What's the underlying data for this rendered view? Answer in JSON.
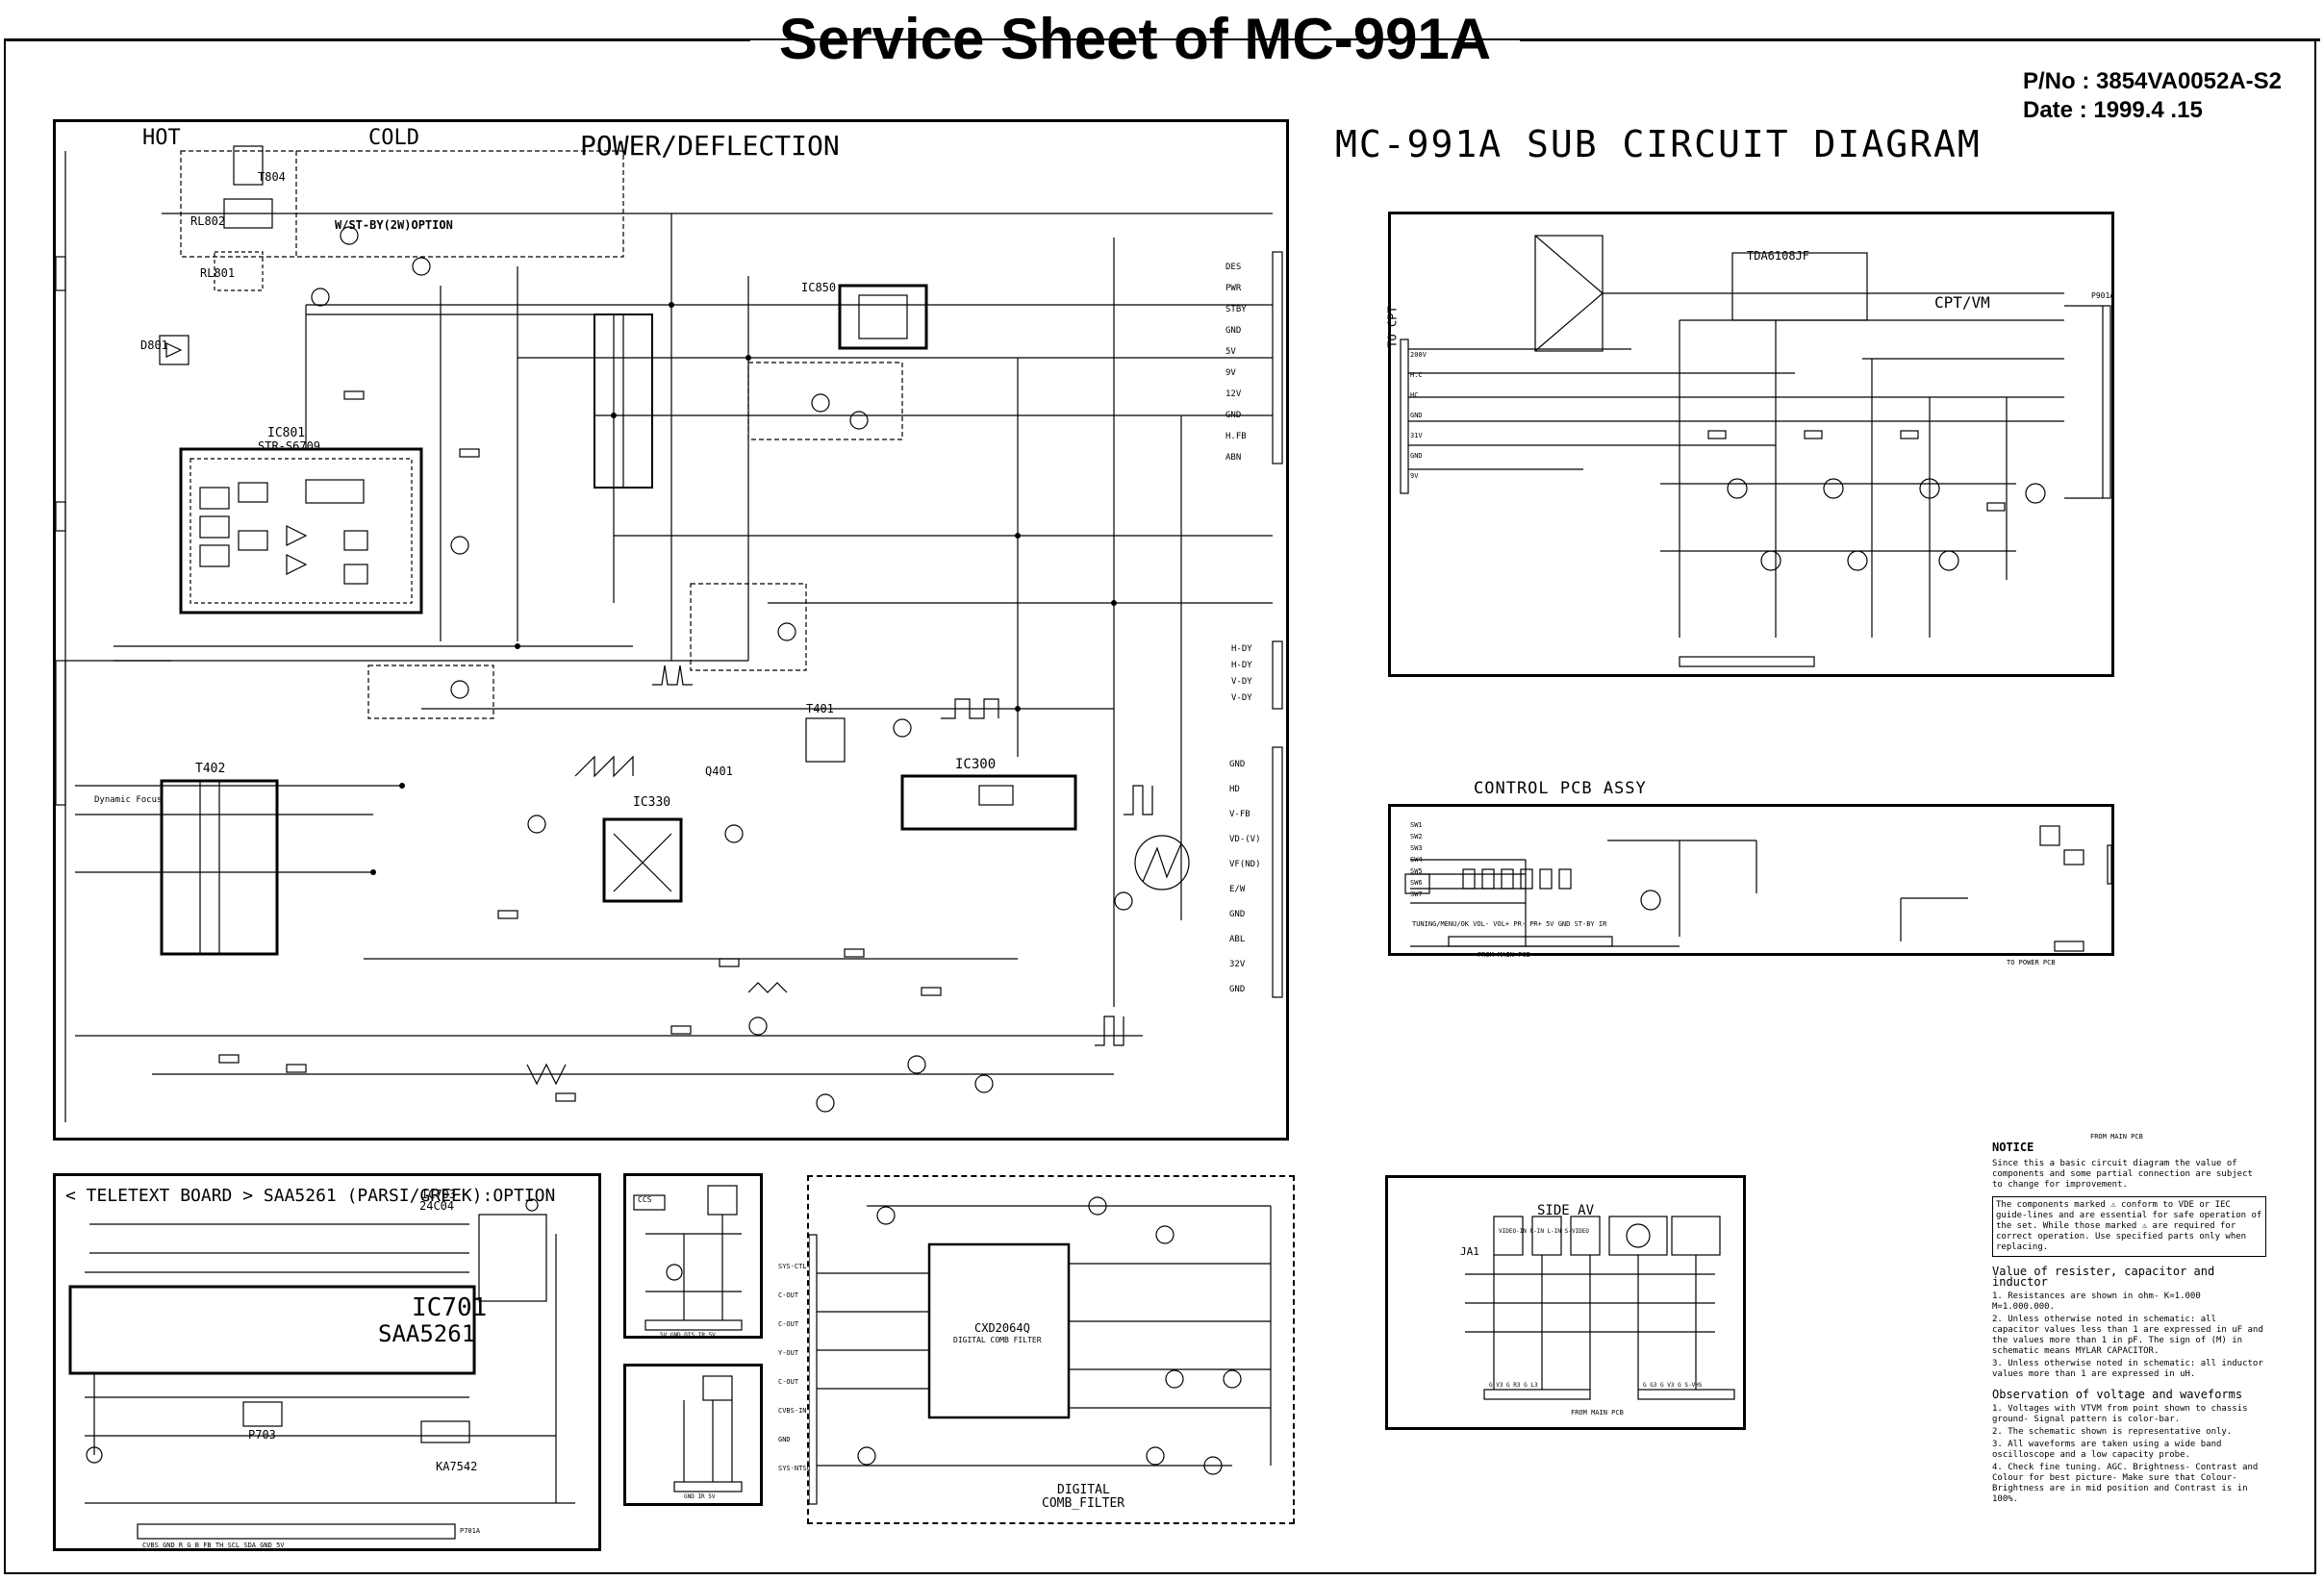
{
  "header": {
    "title": "Service Sheet of MC-991A",
    "part_no": "P/No : 3854VA0052A-S2",
    "date": "Date : 1999.4 .15"
  },
  "sub_title": "MC-991A SUB CIRCUIT DIAGRAM",
  "power_panel": {
    "label_hot": "HOT",
    "label_cold": "COLD",
    "section": "POWER/DEFLECTION",
    "standby_option": "W/ST-BY(2W)OPTION",
    "ic801": "IC801",
    "ic801_part": "STR-S6709",
    "ic850": "IC850",
    "ic330": "IC330",
    "ic300": "IC300",
    "t402": "T402",
    "t401": "T401",
    "t804": "T804",
    "rl802": "RL802",
    "rl801": "RL801",
    "d801": "D801",
    "q401": "Q401",
    "dynamic_focus": "Dynamic Focus",
    "pin_labels_right": [
      "DES",
      "PWR",
      "STBY",
      "GND",
      "5V",
      "9V",
      "12V",
      "GND",
      "H.FB",
      "ABN"
    ],
    "pin_labels_mid": [
      "H-DY",
      "H-DY",
      "V-DY",
      "V-DY"
    ],
    "pin_labels_bottom": [
      "GND",
      "HD",
      "V-FB",
      "VD-(V)",
      "VF(ND)",
      "E/W",
      "GND",
      "ABL",
      "32V",
      "GND"
    ]
  },
  "cpt_panel": {
    "label": "CPT/VM",
    "ic": "TDA6108JF",
    "to_cpt": "TO CPT",
    "p901a": "P901A",
    "left_pins": [
      "200V",
      "H.C",
      "HC",
      "GND",
      "31V",
      "GND",
      "9V"
    ]
  },
  "control_panel": {
    "title": "CONTROL PCB ASSY",
    "buttons": [
      "SW1",
      "SW2",
      "SW3",
      "SW4",
      "SW5",
      "SW6",
      "SW7"
    ],
    "from_main": "FROM MAIN PCB",
    "to_power": "TO POWER PCB",
    "connector_labels": "TUNING/MENU/OK  VOL-  VOL+  PR-  PR+  5V  GND  ST-BY  IR"
  },
  "teletext_panel": {
    "title": "< TELETEXT BOARD > SAA5261 (PARSI/GREEK):OPTION",
    "ic701": "IC701",
    "ic701_part": "SAA5261",
    "ic703": "IC703",
    "ic703_part": "24C04",
    "p703": "P703",
    "ka7542": "KA7542",
    "p701a": "P701A",
    "bottom_pins": "CVBS GND R G B FB TH SCL SDA GND 5V"
  },
  "ir_panel": {
    "top_label": "CCS",
    "bottom_pins": "5V GND DIS IR 5V",
    "bottom2_pins": "GND IR 5V"
  },
  "comb_panel": {
    "ic": "CXD2064Q",
    "sub": "DIGITAL COMB FILTER",
    "label": "DIGITAL",
    "label2": "COMB_FILTER",
    "left_pins": [
      "SYS-CTL",
      "C-OUT",
      "C-OUT",
      "Y-OUT",
      "C-OUT",
      "CVBS-IN",
      "GND",
      "SYS-NTSC"
    ]
  },
  "side_av_panel": {
    "title": "SIDE AV",
    "ja1": "JA1",
    "jacks": "VIDEO-IN  R-IN  L-IN  S-VIDEO",
    "from_main": "FROM MAIN PCB",
    "pins_left": "G V3 G R3 G L3",
    "pins_right": "G G3 G V3 G S-VHS"
  },
  "notice": {
    "title": "NOTICE",
    "intro": "Since this a basic circuit diagram the value of components and some partial connection are subject to change for improvement.",
    "safety": "The components marked ⚠ conform to VDE or IEC guide-lines and are essential for safe operation of the set. While those marked ⚠ are required for correct operation. Use specified parts only when replacing.",
    "values_title": "Value of resister, capacitor and inductor",
    "values": [
      "1. Resistances are shown in ohm- K=1.000 M=1.000.000.",
      "2. Unless otherwise noted in schematic: all capacitor values less than 1 are expressed in uF and the values more than 1 in pF. The sign of (M) in schematic means MYLAR CAPACITOR.",
      "3. Unless otherwise noted in schematic: all inductor values more than 1 are expressed in uH."
    ],
    "obs_title": "Observation of voltage and waveforms",
    "obs": [
      "1. Voltages with VTVM from point shown to chassis ground- Signal pattern is color-bar.",
      "2. The schematic shown is representative only.",
      "3. All waveforms are taken using a wide band oscilloscope and a low capacity probe.",
      "4. Check fine tuning. AGC. Brightness- Contrast and Colour for best picture- Make sure that Colour- Brightness are in mid position and Contrast is in 100%."
    ],
    "from_main": "FROM MAIN PCB"
  }
}
